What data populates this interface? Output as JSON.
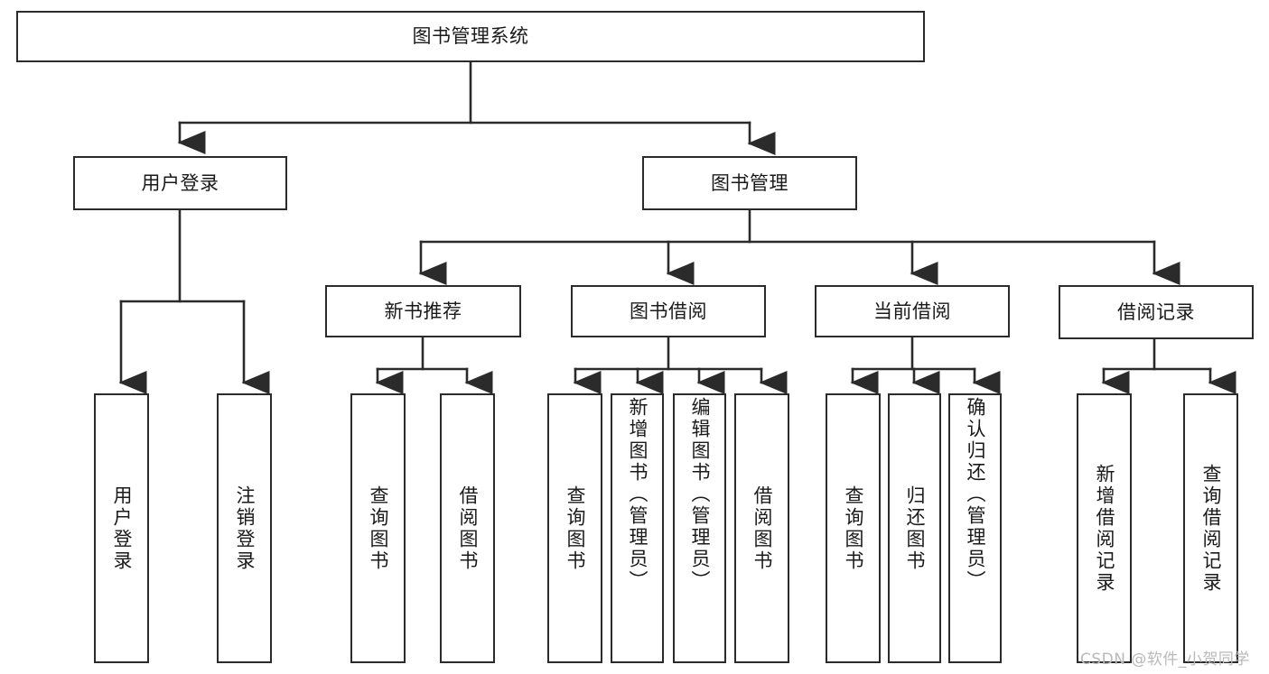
{
  "diagram": {
    "type": "tree",
    "title": "图书管理系统",
    "style": {
      "background": "#ffffff",
      "node_border": "#2b2b2b",
      "node_fill": "#ffffff",
      "edge_color": "#2b2b2b",
      "text_color": "#1a1a1a",
      "watermark_color": "#b9b9b9"
    },
    "root": {
      "label": "图书管理系统"
    },
    "level1": [
      {
        "label": "用户登录"
      },
      {
        "label": "图书管理"
      }
    ],
    "level2": [
      {
        "label": "新书推荐"
      },
      {
        "label": "图书借阅"
      },
      {
        "label": "当前借阅"
      },
      {
        "label": "借阅记录"
      }
    ],
    "leaves": {
      "user_login": [
        {
          "label": "用户登录"
        },
        {
          "label": "注销登录"
        }
      ],
      "new_book": [
        {
          "label": "查询图书"
        },
        {
          "label": "借阅图书"
        }
      ],
      "book_borrow": [
        {
          "label": "查询图书"
        },
        {
          "label": "新增图书（管理员）"
        },
        {
          "label": "编辑图书（管理员）"
        },
        {
          "label": "借阅图书"
        }
      ],
      "current_borrow": [
        {
          "label": "查询图书"
        },
        {
          "label": "归还图书"
        },
        {
          "label": "确认归还（管理员）"
        }
      ],
      "borrow_record": [
        {
          "label": "新增借阅记录"
        },
        {
          "label": "查询借阅记录"
        }
      ]
    }
  },
  "watermark": {
    "text": "CSDN @软件_小贺同学"
  }
}
